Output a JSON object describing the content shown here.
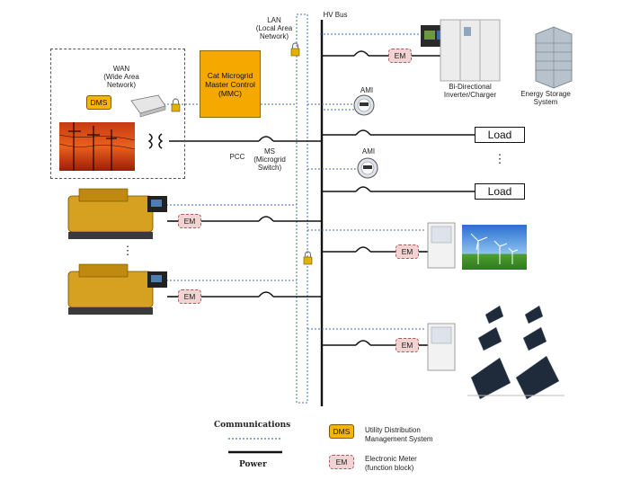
{
  "labels": {
    "lan": "LAN\n(Local Area\nNetwork)",
    "hv_bus": "HV Bus",
    "wan": "WAN\n(Wide Area\nNetwork)",
    "mmc": "Cat Microgrid\nMaster Control\n(MMC)",
    "dms": "DMS",
    "ami_top": "AMI",
    "ami_bottom": "AMI",
    "pcc": "PCC",
    "ms": "MS\n(Microgrid\nSwitch)",
    "load_top": "Load",
    "load_bottom": "Load",
    "inverter": "Bi-Directional\nInverter/Charger",
    "storage": "Energy Storage\nSystem",
    "em": "EM",
    "ellipsis": "⋮"
  },
  "legend": {
    "communications": "Communications",
    "power": "Power",
    "dms_label": "DMS",
    "dms_desc": "Utility Distribution\nManagement System",
    "em_label": "EM",
    "em_desc": "Electronic Meter\n(function block)"
  },
  "colors": {
    "mmc": "#f5a800",
    "em_fill": "#f2d3d3",
    "comm_line": "#3b6fb6",
    "power_line": "#111111"
  }
}
